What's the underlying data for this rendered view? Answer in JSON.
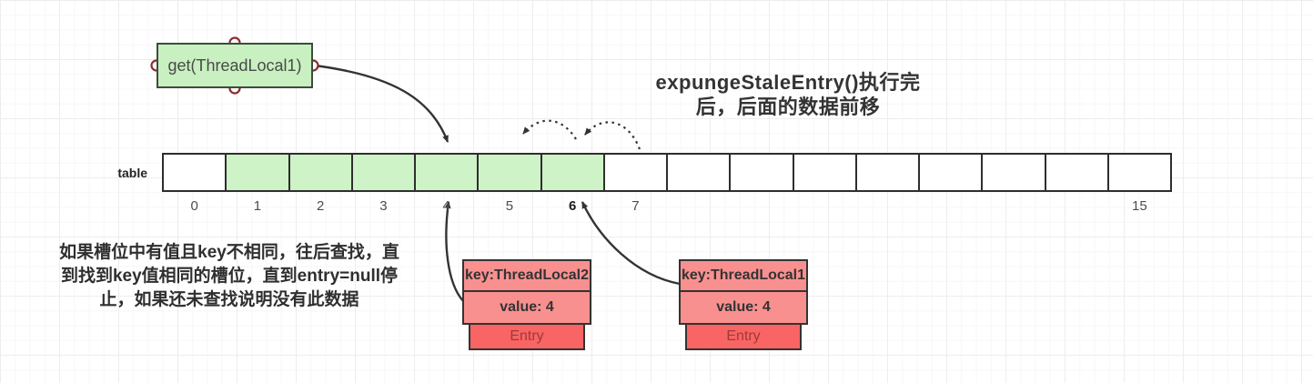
{
  "diagram": {
    "get_box": {
      "label": "get(ThreadLocal1)"
    },
    "title": {
      "line1": "expungeStaleEntry()执行完",
      "line2": "后，后面的数据前移"
    },
    "note": {
      "line1": "如果槽位中有值且key不相同，往后查找，直",
      "line2": "到找到key值相同的槽位，直到entry=null停",
      "line3": "止，如果还未查找说明没有此数据"
    },
    "table": {
      "label": "table",
      "cells": [
        {
          "index": "0",
          "filled": false,
          "emphasis": false
        },
        {
          "index": "1",
          "filled": true,
          "emphasis": false
        },
        {
          "index": "2",
          "filled": true,
          "emphasis": false
        },
        {
          "index": "3",
          "filled": true,
          "emphasis": false
        },
        {
          "index": "4",
          "filled": true,
          "emphasis": false
        },
        {
          "index": "5",
          "filled": true,
          "emphasis": false
        },
        {
          "index": "6",
          "filled": true,
          "emphasis": true
        },
        {
          "index": "7",
          "filled": false,
          "emphasis": false
        },
        {
          "index": "",
          "filled": false,
          "emphasis": false
        },
        {
          "index": "",
          "filled": false,
          "emphasis": false
        },
        {
          "index": "",
          "filled": false,
          "emphasis": false
        },
        {
          "index": "",
          "filled": false,
          "emphasis": false
        },
        {
          "index": "",
          "filled": false,
          "emphasis": false
        },
        {
          "index": "",
          "filled": false,
          "emphasis": false
        },
        {
          "index": "",
          "filled": false,
          "emphasis": false
        },
        {
          "index": "15",
          "filled": false,
          "emphasis": false
        }
      ]
    },
    "entries": [
      {
        "key": "key:ThreadLocal2",
        "value": "value: 4",
        "label": "Entry"
      },
      {
        "key": "key:ThreadLocal1",
        "value": "value: 4",
        "label": "Entry"
      }
    ],
    "colors": {
      "slot_filled_green": "#cdf3c6",
      "get_box_green": "#c8f0c0",
      "entry_pink": "#f99090",
      "entry_red": "#f96464",
      "entry_tag_text": "#a03a3a",
      "arrow": "#333333",
      "connector_handle_stroke": "#8d2b2b"
    }
  }
}
